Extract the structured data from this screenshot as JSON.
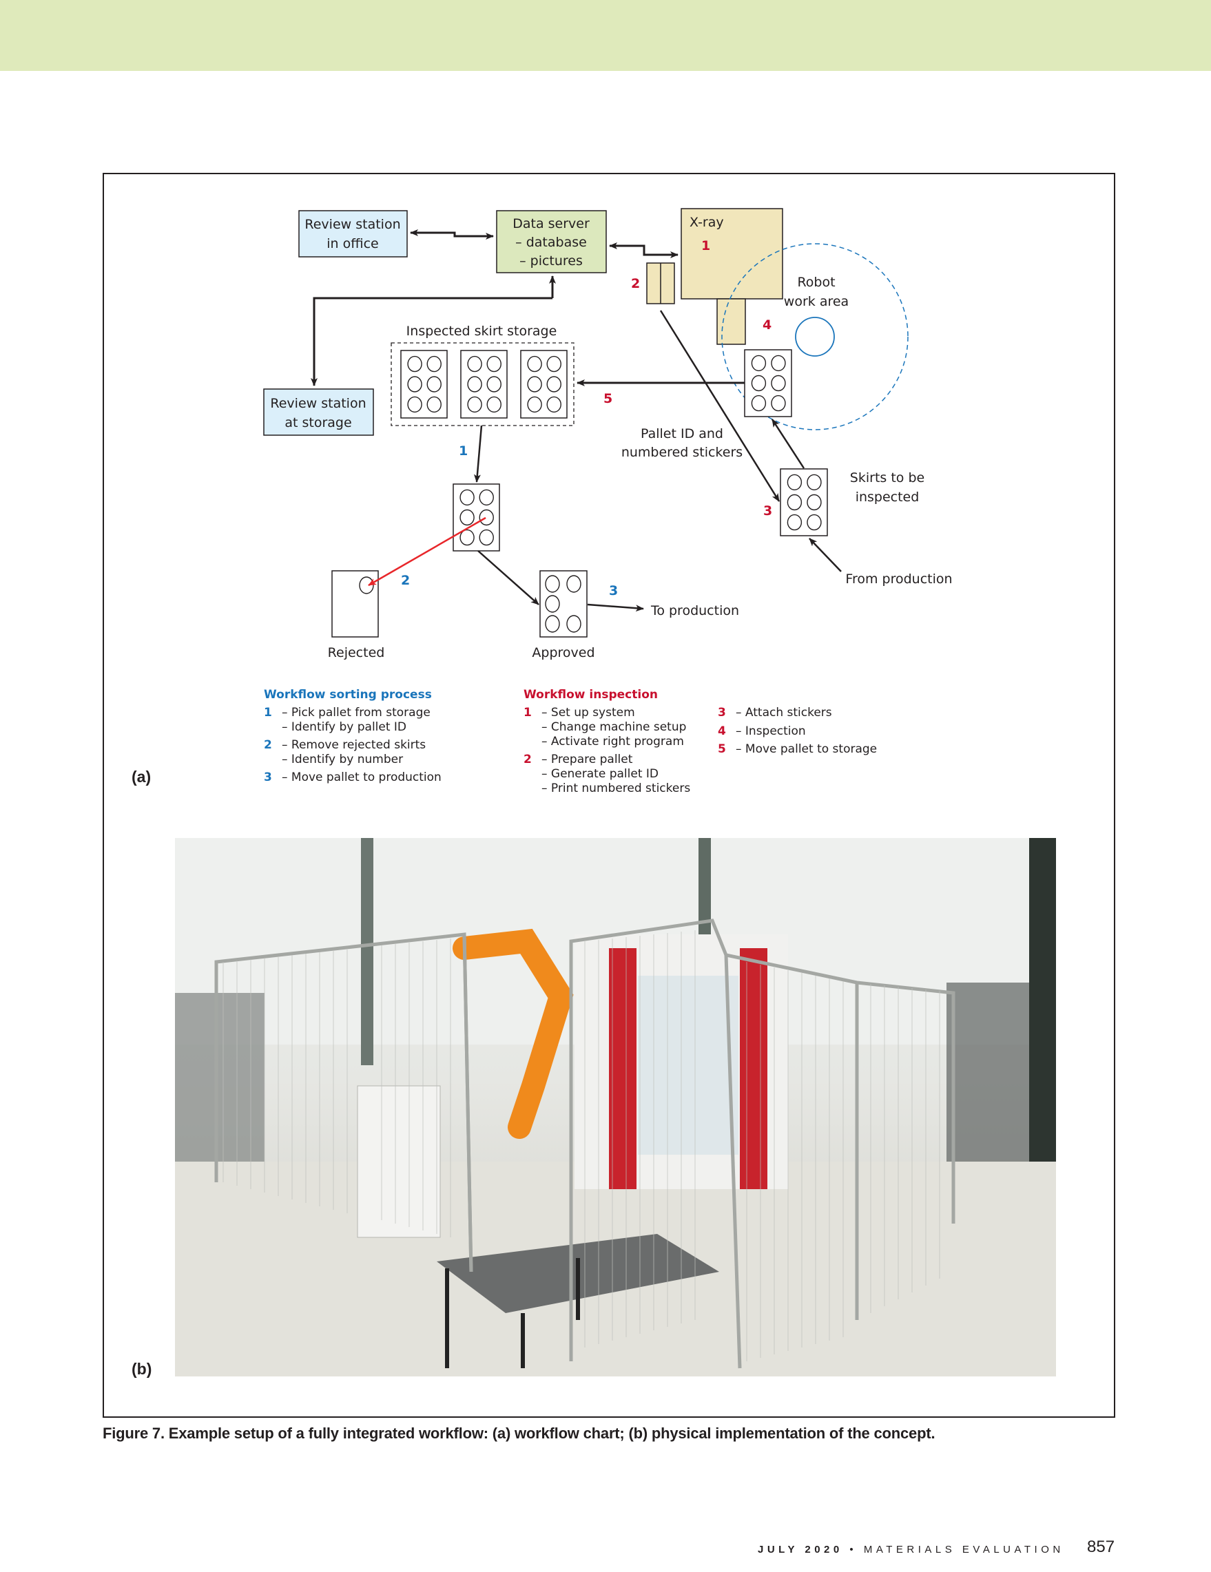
{
  "colors": {
    "header_band": "#dfeabb",
    "blue_accent": "#1a75bb",
    "red_accent": "#c8102e",
    "review_box_fill": "#dbeffa",
    "server_box_fill": "#dce8bd",
    "xray_fill": "#f1e6bb",
    "reject_arrow": "#e8262a"
  },
  "diagram": {
    "nodes": {
      "review_office": [
        "Review station",
        "in office"
      ],
      "data_server": [
        "Data server",
        "– database",
        "– pictures"
      ],
      "xray": "X-ray",
      "robot_area": [
        "Robot",
        "work area"
      ],
      "inspected_storage": "Inspected skirt storage",
      "review_storage": [
        "Review station",
        "at storage"
      ],
      "pallet_stickers": [
        "Pallet ID and",
        "numbered stickers"
      ],
      "skirts_to_inspect": [
        "Skirts to be",
        "inspected"
      ],
      "from_production": "From production",
      "to_production": "To production",
      "rejected": "Rejected",
      "approved": "Approved"
    },
    "step_markers": {
      "inspection": [
        "1",
        "2",
        "3",
        "4",
        "5"
      ],
      "sorting": [
        "1",
        "2",
        "3"
      ]
    }
  },
  "legend": {
    "sorting": {
      "title": "Workflow sorting process",
      "steps": [
        {
          "num": "1",
          "lines": [
            "–  Pick pallet from storage",
            "–  Identify by pallet ID"
          ]
        },
        {
          "num": "2",
          "lines": [
            "–  Remove rejected skirts",
            "–  Identify by number"
          ]
        },
        {
          "num": "3",
          "lines": [
            "–  Move pallet to production"
          ]
        }
      ]
    },
    "inspection": {
      "title": "Workflow inspection",
      "steps": [
        {
          "num": "1",
          "lines": [
            "–  Set up system",
            "–  Change machine setup",
            "–  Activate right program"
          ]
        },
        {
          "num": "2",
          "lines": [
            "–  Prepare pallet",
            "–  Generate pallet ID",
            "–  Print numbered stickers"
          ]
        },
        {
          "num": "3",
          "lines": [
            "–  Attach stickers"
          ]
        },
        {
          "num": "4",
          "lines": [
            "–  Inspection"
          ]
        },
        {
          "num": "5",
          "lines": [
            "–  Move pallet to storage"
          ]
        }
      ]
    }
  },
  "panels": {
    "a": "(a)",
    "b": "(b)"
  },
  "caption": "Figure 7. Example setup of a fully integrated workflow: (a) workflow chart; (b) physical implementation of the concept.",
  "footer": {
    "date": "JULY 2020",
    "separator": "•",
    "journal": "MATERIALS EVALUATION",
    "page": "857"
  }
}
